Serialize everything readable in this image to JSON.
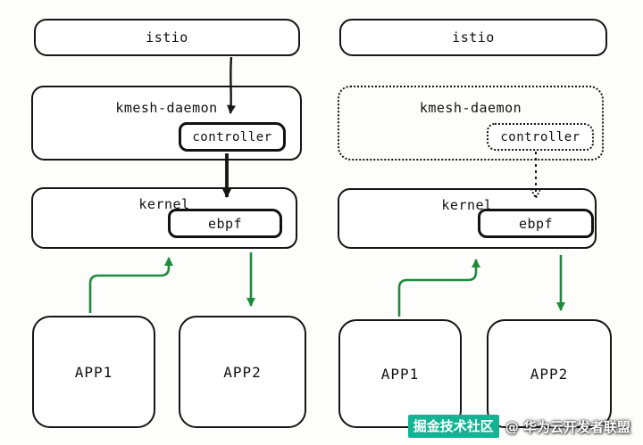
{
  "panels": [
    {
      "id": "left",
      "style": "solid",
      "istio": "istio",
      "daemon": "kmesh-daemon",
      "controller": "controller",
      "kernel": "kernel",
      "ebpf": "ebpf",
      "app1": "APP1",
      "app2": "APP2"
    },
    {
      "id": "right",
      "style": "dotted",
      "istio": "istio",
      "daemon": "kmesh-daemon",
      "controller": "controller",
      "kernel": "kernel",
      "ebpf": "ebpf",
      "app1": "APP1",
      "app2": "APP2"
    }
  ],
  "watermark": {
    "badge": "掘金技术社区",
    "text": "@ 华为云开发者联盟"
  },
  "colors": {
    "border": "#151515",
    "arrow_black": "#151515",
    "arrow_green": "#1f8a3d",
    "watermark_badge": "#14b394",
    "background": "#fdfdfc"
  }
}
